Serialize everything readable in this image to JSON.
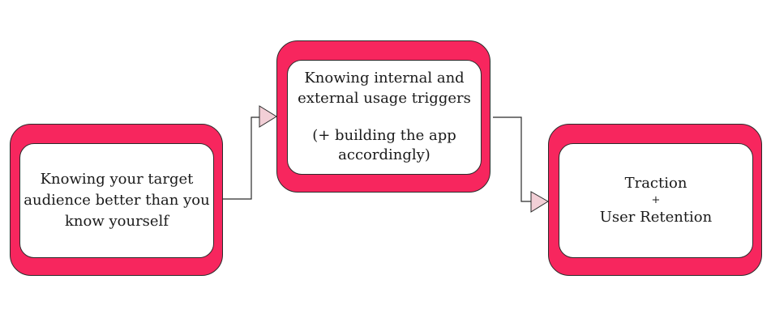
{
  "diagram": {
    "nodes": [
      {
        "id": "step-1",
        "lines": [
          "Knowing your target",
          "audience better than you",
          "know yourself"
        ]
      },
      {
        "id": "step-2",
        "lines": [
          "Knowing internal and",
          "external usage triggers"
        ],
        "note_lines": [
          "(+ building the app",
          "accordingly)"
        ]
      },
      {
        "id": "step-3",
        "lines": [
          "Traction",
          "+",
          "User Retention"
        ]
      }
    ],
    "edges": [
      {
        "from": "step-1",
        "to": "step-2"
      },
      {
        "from": "step-2",
        "to": "step-3"
      }
    ],
    "colors": {
      "box_fill": "#f7265e",
      "box_inner": "#ffffff",
      "stroke": "#2b2b2b",
      "arrowhead": "#f2cfd6"
    }
  }
}
